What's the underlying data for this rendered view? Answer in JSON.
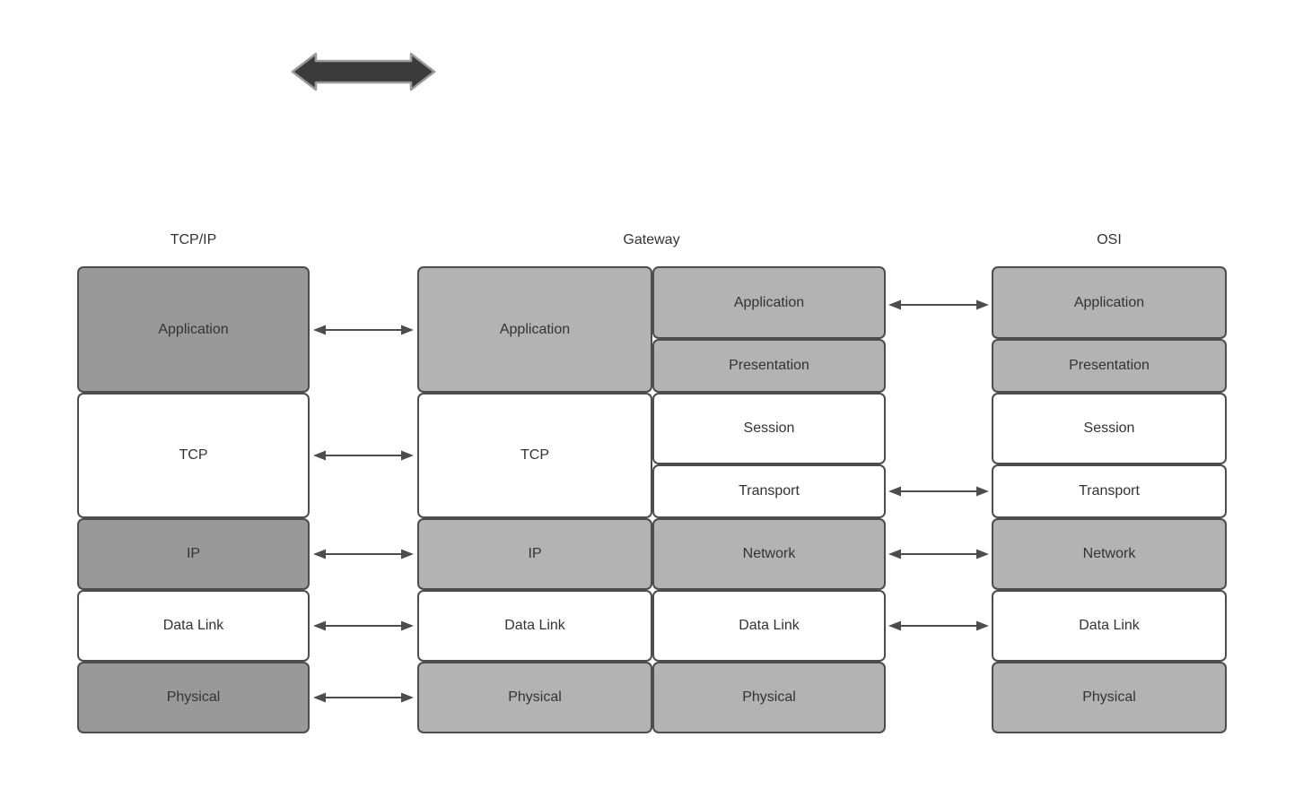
{
  "titles": {
    "tcpip": "TCP/IP",
    "gateway": "Gateway",
    "osi": "OSI"
  },
  "tcpip": {
    "layers": [
      "Application",
      "TCP",
      "IP",
      "Data Link",
      "Physical"
    ]
  },
  "gateway": {
    "left_layers": [
      "Application",
      "TCP",
      "IP",
      "Data Link",
      "Physical"
    ],
    "right_layers": [
      "Application",
      "Presentation",
      "Session",
      "Transport",
      "Network",
      "Data Link",
      "Physical"
    ]
  },
  "osi": {
    "layers": [
      "Application",
      "Presentation",
      "Session",
      "Transport",
      "Network",
      "Data Link",
      "Physical"
    ]
  },
  "connections": {
    "tcpip_to_gateway": [
      "Application",
      "TCP",
      "IP",
      "Data Link",
      "Physical"
    ],
    "gateway_to_osi": [
      "Application",
      "Transport",
      "Network",
      "Data Link"
    ]
  },
  "colors": {
    "dark_gray_fill": "#999999",
    "light_gray_fill": "#b3b3b3",
    "white_fill": "#ffffff",
    "border": "#4d4d4d",
    "arrow": "#4d4d4d",
    "thick_arrow_fill": "#3b3b3b",
    "thick_arrow_outline": "#9a9a9a",
    "text": "#333333",
    "background": "#ffffff"
  }
}
